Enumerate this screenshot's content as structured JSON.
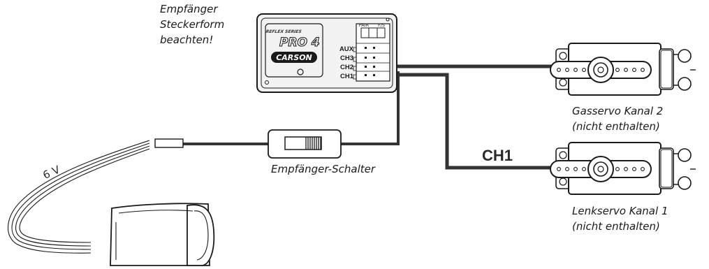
{
  "labels": {
    "receiver_note": [
      "Empfänger",
      "Steckerform",
      "beachten!"
    ],
    "switch": "Empfänger-Schalter",
    "throttle_servo": [
      "Gasservo Kanal 2",
      "(nicht enthalten)"
    ],
    "steering_servo": [
      "Lenkservo Kanal 1",
      "(nicht enthalten)"
    ],
    "ch1": "CH1",
    "voltage": "6 V"
  },
  "receiver": {
    "series": "REFLEX SERIES",
    "model": "PRO 4",
    "brand": "CARSON",
    "header_labels": [
      "PAIR",
      "F/S"
    ],
    "channels": [
      "AUX",
      "CH3",
      "CH2",
      "CH1"
    ]
  },
  "colors": {
    "line": "#1a1a1a",
    "cable": "#333333",
    "receiver_fill": "#f2f2f2"
  }
}
